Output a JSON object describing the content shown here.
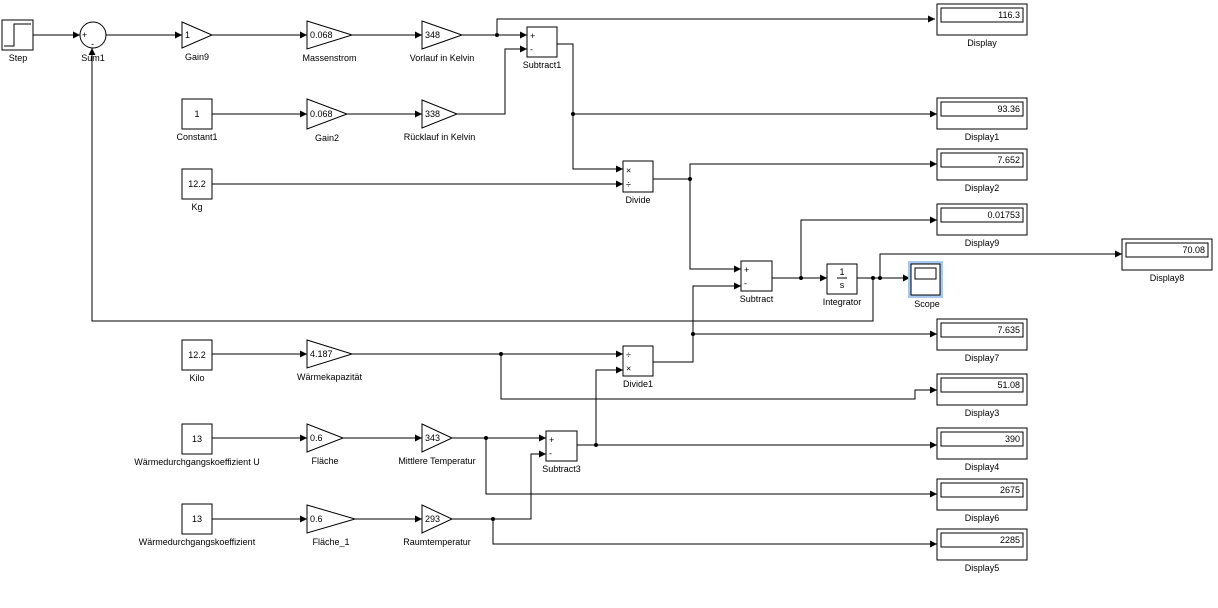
{
  "blocks": {
    "step": {
      "label": "Step"
    },
    "sum1": {
      "label": "Sum1",
      "in1": "+",
      "in2": "-"
    },
    "gain9": {
      "label": "Gain9",
      "value": "1"
    },
    "massenstrom": {
      "label": "Massenstrom",
      "value": "0.068"
    },
    "vorlauf": {
      "label": "Vorlauf in Kelvin",
      "value": "348"
    },
    "subtract1": {
      "label": "Subtract1",
      "in1": "+",
      "in2": "-"
    },
    "constant1": {
      "label": "Constant1",
      "value": "1"
    },
    "gain2": {
      "label": "Gain2",
      "value": "0.068"
    },
    "ruecklauf": {
      "label": "Rücklauf in Kelvin",
      "value": "338"
    },
    "kg": {
      "label": "Kg",
      "value": "12.2"
    },
    "divide": {
      "label": "Divide",
      "in1": "×",
      "in2": "÷"
    },
    "subtract": {
      "label": "Subtract",
      "in1": "+",
      "in2": "-"
    },
    "integrator": {
      "label": "Integrator",
      "num": "1",
      "den": "s"
    },
    "scope": {
      "label": "Scope"
    },
    "kilo": {
      "label": "Kilo",
      "value": "12.2"
    },
    "waermekapazitaet": {
      "label": "Wärmekapazität",
      "value": "4.187"
    },
    "divide1": {
      "label": "Divide1",
      "in1": "÷",
      "in2": "×"
    },
    "koeffU": {
      "label": "Wärmedurchgangskoeffizient U",
      "value": "13"
    },
    "flaeche": {
      "label": "Fläche",
      "value": "0.6"
    },
    "mittlere": {
      "label": "Mittlere Temperatur",
      "value": "343"
    },
    "subtract3": {
      "label": "Subtract3",
      "in1": "+",
      "in2": "-"
    },
    "koeff": {
      "label": "Wärmedurchgangskoeffizient",
      "value": "13"
    },
    "flaeche1": {
      "label": "Fläche_1",
      "value": "0.6"
    },
    "raumtemp": {
      "label": "Raumtemperatur",
      "value": "293"
    }
  },
  "displays": {
    "display": {
      "label": "Display",
      "value": "116.3"
    },
    "display1": {
      "label": "Display1",
      "value": "93.36"
    },
    "display2": {
      "label": "Display2",
      "value": "7.652"
    },
    "display9": {
      "label": "Display9",
      "value": "0.01753"
    },
    "display8": {
      "label": "Display8",
      "value": "70.08"
    },
    "display7": {
      "label": "Display7",
      "value": "7.635"
    },
    "display3": {
      "label": "Display3",
      "value": "51.08"
    },
    "display4": {
      "label": "Display4",
      "value": "390"
    },
    "display6": {
      "label": "Display6",
      "value": "2675"
    },
    "display5": {
      "label": "Display5",
      "value": "2285"
    }
  },
  "colors": {
    "selection_highlight": "#a9c8ee",
    "line": "#000000"
  }
}
